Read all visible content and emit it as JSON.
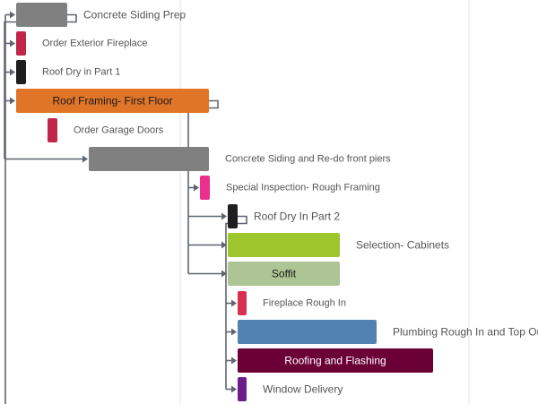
{
  "chart_data": {
    "type": "gantt",
    "tasks": [
      {
        "id": "concrete-siding-prep",
        "label": "Concrete Siding Prep",
        "label_inside": false,
        "label_size": "large",
        "color": "#808080"
      },
      {
        "id": "order-exterior-fireplace",
        "label": "Order Exterior Fireplace",
        "label_inside": false,
        "label_size": "small",
        "color": "#c0264a"
      },
      {
        "id": "roof-dry-in-part-1",
        "label": "Roof Dry in Part 1",
        "label_inside": false,
        "label_size": "small",
        "color": "#1e1e1e"
      },
      {
        "id": "roof-framing-first-floor",
        "label": "Roof Framing- First Floor",
        "label_inside": true,
        "label_size": "large",
        "color": "#e07427",
        "text_color": "#1a1a1a"
      },
      {
        "id": "order-garage-doors",
        "label": "Order Garage Doors",
        "label_inside": false,
        "label_size": "small",
        "color": "#c0264a"
      },
      {
        "id": "concrete-siding-redo-piers",
        "label": "Concrete Siding and Re-do front piers",
        "label_inside": false,
        "label_size": "small",
        "color": "#808080"
      },
      {
        "id": "special-inspection-rough-framing",
        "label": "Special Inspection- Rough Framing",
        "label_inside": false,
        "label_size": "small",
        "color": "#ec2f8f"
      },
      {
        "id": "roof-dry-in-part-2",
        "label": "Roof Dry In Part 2",
        "label_inside": false,
        "label_size": "large",
        "color": "#1e1e1e"
      },
      {
        "id": "selection-cabinets",
        "label": "Selection- Cabinets",
        "label_inside": false,
        "label_size": "large",
        "color": "#9dc62d"
      },
      {
        "id": "soffit",
        "label": "Soffit",
        "label_inside": true,
        "label_size": "large",
        "color": "#adc594",
        "text_color": "#1a1a1a"
      },
      {
        "id": "fireplace-rough-in",
        "label": "Fireplace Rough In",
        "label_inside": false,
        "label_size": "small",
        "color": "#d8314f"
      },
      {
        "id": "plumbing-rough-in-top-out",
        "label": "Plumbing Rough In and Top Out",
        "label_inside": false,
        "label_size": "large",
        "color": "#5182b0"
      },
      {
        "id": "roofing-and-flashing",
        "label": "Roofing and Flashing",
        "label_inside": true,
        "label_size": "large",
        "color": "#6a0035",
        "text_color": "#ffffff"
      },
      {
        "id": "window-delivery",
        "label": "Window Delivery",
        "label_inside": false,
        "label_size": "large",
        "color": "#6b1e88"
      }
    ],
    "dependencies": [
      [
        "concrete-siding-prep",
        "order-exterior-fireplace"
      ],
      [
        "concrete-siding-prep",
        "roof-dry-in-part-1"
      ],
      [
        "concrete-siding-prep",
        "roof-framing-first-floor"
      ],
      [
        "concrete-siding-prep",
        "concrete-siding-redo-piers"
      ],
      [
        "roof-framing-first-floor",
        "special-inspection-rough-framing"
      ],
      [
        "roof-framing-first-floor",
        "roof-dry-in-part-2"
      ],
      [
        "roof-framing-first-floor",
        "selection-cabinets"
      ],
      [
        "roof-framing-first-floor",
        "soffit"
      ],
      [
        "roof-dry-in-part-2",
        "fireplace-rough-in"
      ],
      [
        "roof-dry-in-part-2",
        "plumbing-rough-in-top-out"
      ],
      [
        "roof-dry-in-part-2",
        "roofing-and-flashing"
      ],
      [
        "roof-dry-in-part-2",
        "window-delivery"
      ]
    ],
    "grid": true,
    "colors": {
      "background": "#ffffff",
      "gridline": "#e6e6e6",
      "connector": "#5f6670",
      "label": "#555555"
    }
  }
}
